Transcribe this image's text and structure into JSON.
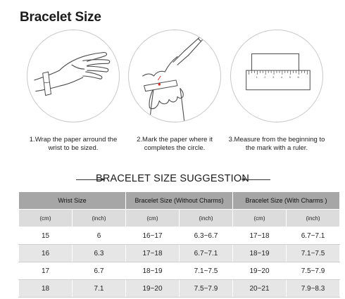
{
  "title": "Bracelet Size",
  "steps": [
    {
      "line1": "1.Wrap the paper arround the",
      "line2": "wrist to be sized."
    },
    {
      "line1": "2.Mark the paper where it",
      "line2": "completes the circle."
    },
    {
      "line1": "3.Measure from the beginning to",
      "line2": "the mark with a ruler."
    }
  ],
  "table_title": "BRACELET SIZE SUGGESTION",
  "table": {
    "groups": [
      "Wrist Size",
      "Bracelet Size (Without Charms)",
      "Bracelet Size (With Charms )"
    ],
    "units": [
      "(cm)",
      "(inch)",
      "(cm)",
      "(inch)",
      "(cm)",
      "(inch)"
    ],
    "rows": [
      [
        "15",
        "6",
        "16~17",
        "6.3~6.7",
        "17~18",
        "6.7~7.1"
      ],
      [
        "16",
        "6.3",
        "17~18",
        "6.7~7.1",
        "18~19",
        "7.1~7.5"
      ],
      [
        "17",
        "6.7",
        "18~19",
        "7.1~7.5",
        "19~20",
        "7.5~7.9"
      ],
      [
        "18",
        "7.1",
        "19~20",
        "7.5~7.9",
        "20~21",
        "7.9~8.3"
      ]
    ]
  },
  "colors": {
    "header": "#a6a6a6",
    "unit_row": "#dcdcdc",
    "stripe": "#e6e6e6",
    "line": "#4a4a4a",
    "mark": "#d0342c"
  }
}
